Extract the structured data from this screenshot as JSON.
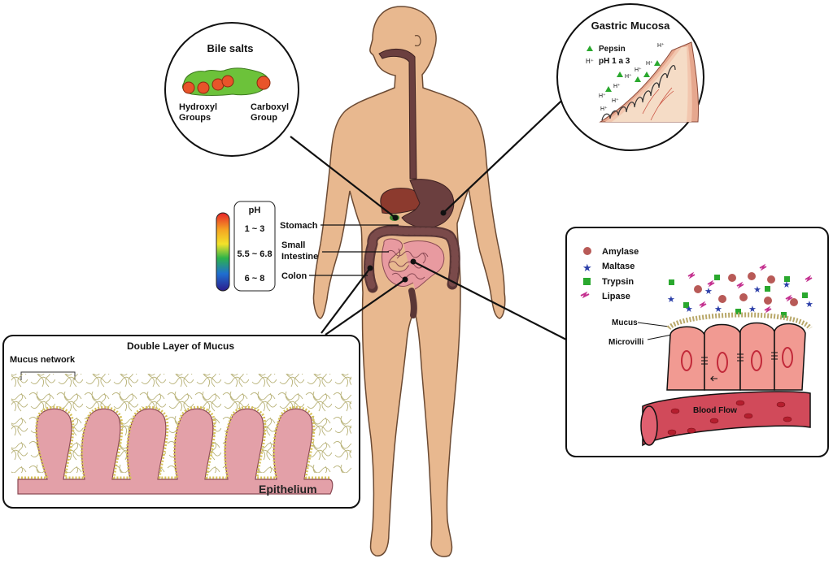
{
  "bile": {
    "title": "Bile salts",
    "hydroxyl_line1": "Hydroxyl",
    "hydroxyl_line2": "Groups",
    "carboxyl_line1": "Carboxyl",
    "carboxyl_line2": "Group"
  },
  "gastric": {
    "title": "Gastric Mucosa",
    "pepsin_label": "Pepsin",
    "ph_label": "pH 1 a 3",
    "h_ion": "H⁺"
  },
  "ph_scale": {
    "title": "pH",
    "stomach_value": "1 ~ 3",
    "small_intestine_value": "5.5 ~ 6.8",
    "colon_value": "6 ~ 8"
  },
  "organs": {
    "stomach": "Stomach",
    "small_intestine_line1": "Small",
    "small_intestine_line2": "Intestine",
    "colon": "Colon"
  },
  "mucus_panel": {
    "title": "Double Layer of Mucus",
    "network_label": "Mucus network",
    "epithelium_label": "Epithelium"
  },
  "enzyme_panel": {
    "legend": [
      {
        "label": "Amylase",
        "icon": "circle-icon",
        "color": "#b85a57"
      },
      {
        "label": "Maltase",
        "icon": "star-icon",
        "color": "#2b3ea8"
      },
      {
        "label": "Trypsin",
        "icon": "square-icon",
        "color": "#2aa82e"
      },
      {
        "label": "Lipase",
        "icon": "zigzag-icon",
        "color": "#c4308f"
      }
    ],
    "mucus_label": "Mucus",
    "microvilli_label": "Microvilli",
    "blood_flow_label": "Blood Flow"
  },
  "colors": {
    "skin": "#e8b88f",
    "stomach": "#6b3f3f",
    "intestine": "#e89aa0",
    "epithelium": "#e3a0a8",
    "blood_vessel": "#d14a5a",
    "villus_cell": "#f19a92"
  }
}
